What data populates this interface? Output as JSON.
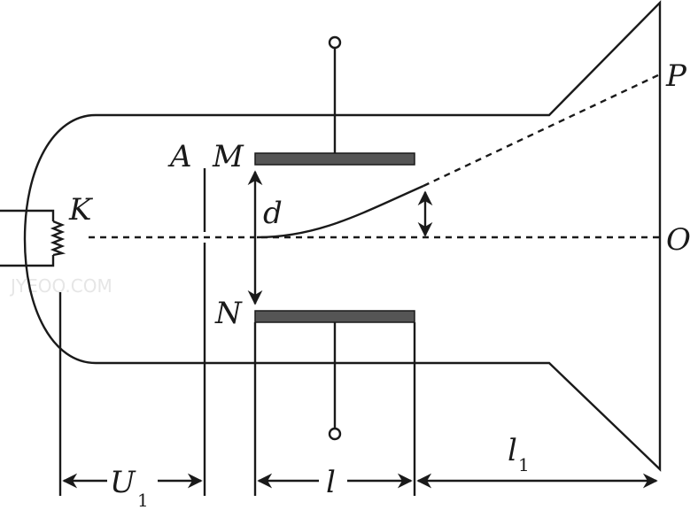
{
  "labels": {
    "cathode": "K",
    "anode": "A",
    "plate_top": "M",
    "plate_bottom": "N",
    "gap": "d",
    "screen_top": "P",
    "screen_center": "O",
    "voltage_main": "U",
    "voltage_sub": "1",
    "plate_length": "l",
    "drift_main": "l",
    "drift_sub": "1"
  },
  "watermark": "JYEOO.COM",
  "colors": {
    "line": "#1a1a1a",
    "plate": "#555555"
  }
}
